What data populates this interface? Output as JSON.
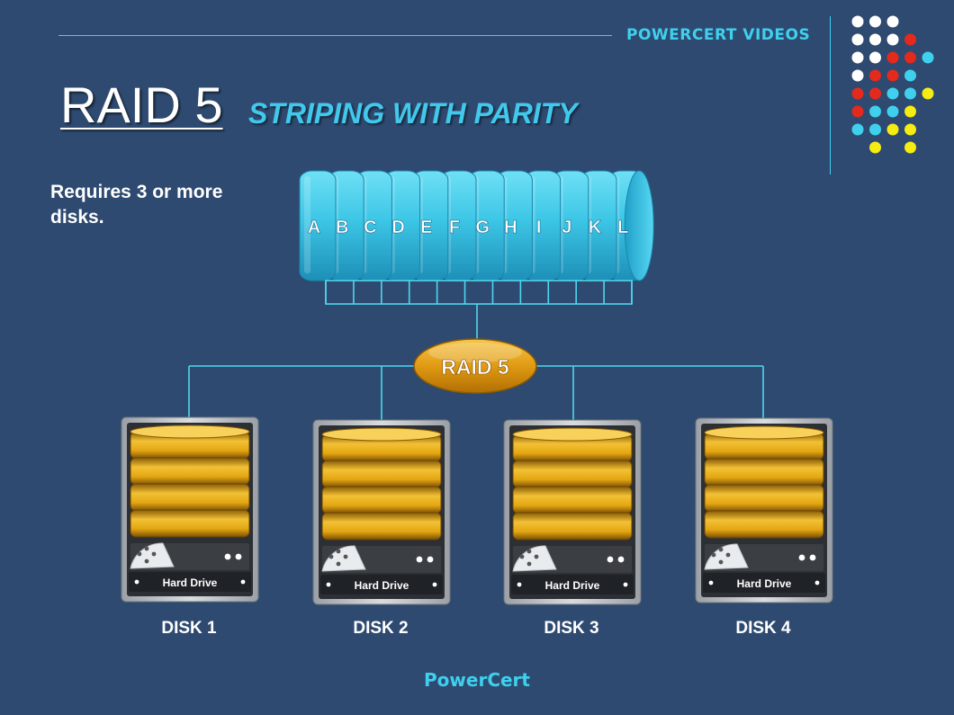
{
  "header": {
    "brand": "POWERCERT VIDEOS",
    "title": "RAID 5",
    "subtitle": "STRIPING WITH PARITY"
  },
  "note": "Requires 3 or more disks.",
  "data_blocks": [
    "A",
    "B",
    "C",
    "D",
    "E",
    "F",
    "G",
    "H",
    "I",
    "J",
    "K",
    "L"
  ],
  "controller_label": "RAID 5",
  "disks": [
    {
      "label": "DISK 1",
      "drive_text": "Hard Drive"
    },
    {
      "label": "DISK 2",
      "drive_text": "Hard Drive"
    },
    {
      "label": "DISK 3",
      "drive_text": "Hard Drive"
    },
    {
      "label": "DISK 4",
      "drive_text": "Hard Drive"
    }
  ],
  "footer": "PowerCert",
  "colors": {
    "background": "#2e4a70",
    "accent_cyan": "#3fd0ee",
    "subtitle": "#42c8ec",
    "block_cyan": "#3cc6e6",
    "gold": "#e0a413",
    "dot_white": "#ffffff",
    "dot_red": "#e32a1c",
    "dot_cyan": "#3fd0ee",
    "dot_yellow": "#f4ec12"
  }
}
